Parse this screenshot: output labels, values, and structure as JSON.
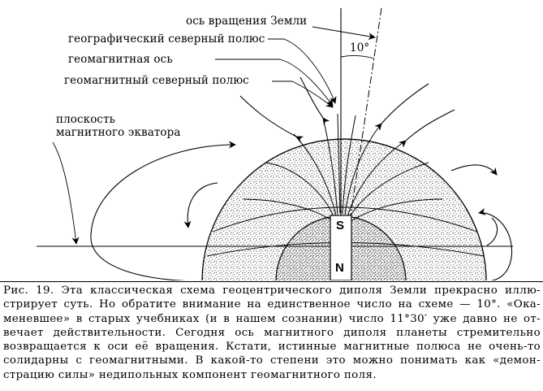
{
  "figure": {
    "labels": {
      "earth_rotation_axis": "ось вращения Земли",
      "geographic_north_pole": "географический северный полюс",
      "geomagnetic_axis": "геомагнитная ось",
      "geomagnetic_north_pole": "геомагнитный северный полюс",
      "magnetic_equator_plane_line1": "плоскость",
      "magnetic_equator_plane_line2": "магнитного экватора",
      "angle": "10°"
    },
    "magnet": {
      "top_pole": "S",
      "bottom_pole": "N"
    }
  },
  "caption": {
    "lines": [
      "Рис. 19. Эта классическая схема геоцентрического диполя Земли прекрасно иллю-",
      "стрирует суть. Но обратите внимание на единственное число на схеме — 10°. «Ока-",
      "меневшее» в старых учебниках (и в нашем сознании) число 11°30′ уже давно не от-",
      "вечает действительности. Сегодня ось магнитного диполя планеты стремительно",
      "возвращается к оси её вращения. Кстати, истинные магнитные полюса не очень-то",
      "солидарны с геомагнитными. В какой-то степени это можно понимать как «демон-",
      "страцию силы» недипольных компонент геомагнитного поля."
    ]
  }
}
